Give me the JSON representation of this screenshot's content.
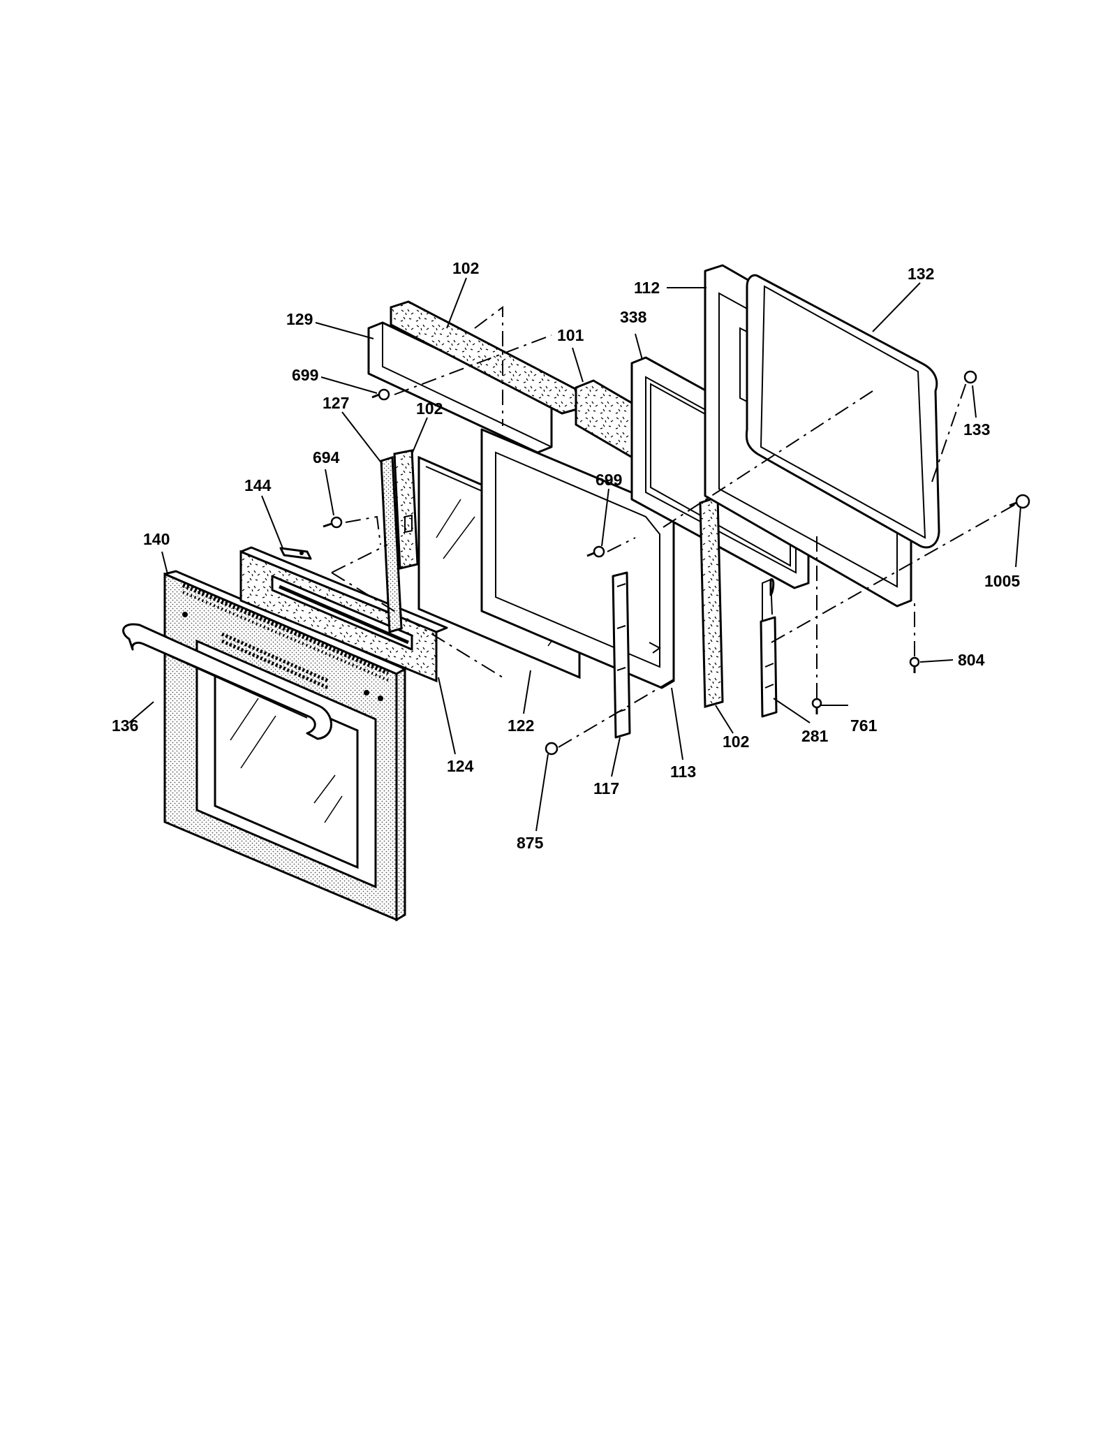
{
  "diagram": {
    "callouts": {
      "c102a": "102",
      "c129": "129",
      "c699a": "699",
      "c101": "101",
      "c338": "338",
      "c112": "112",
      "c132": "132",
      "c133": "133",
      "c127": "127",
      "c102b": "102",
      "c694": "694",
      "c144": "144",
      "c140": "140",
      "c699b": "699",
      "c1005": "1005",
      "c804": "804",
      "c761": "761",
      "c281": "281",
      "c102c": "102",
      "c113": "113",
      "c122": "122",
      "c124": "124",
      "c136": "136",
      "c117": "117",
      "c875": "875"
    }
  }
}
